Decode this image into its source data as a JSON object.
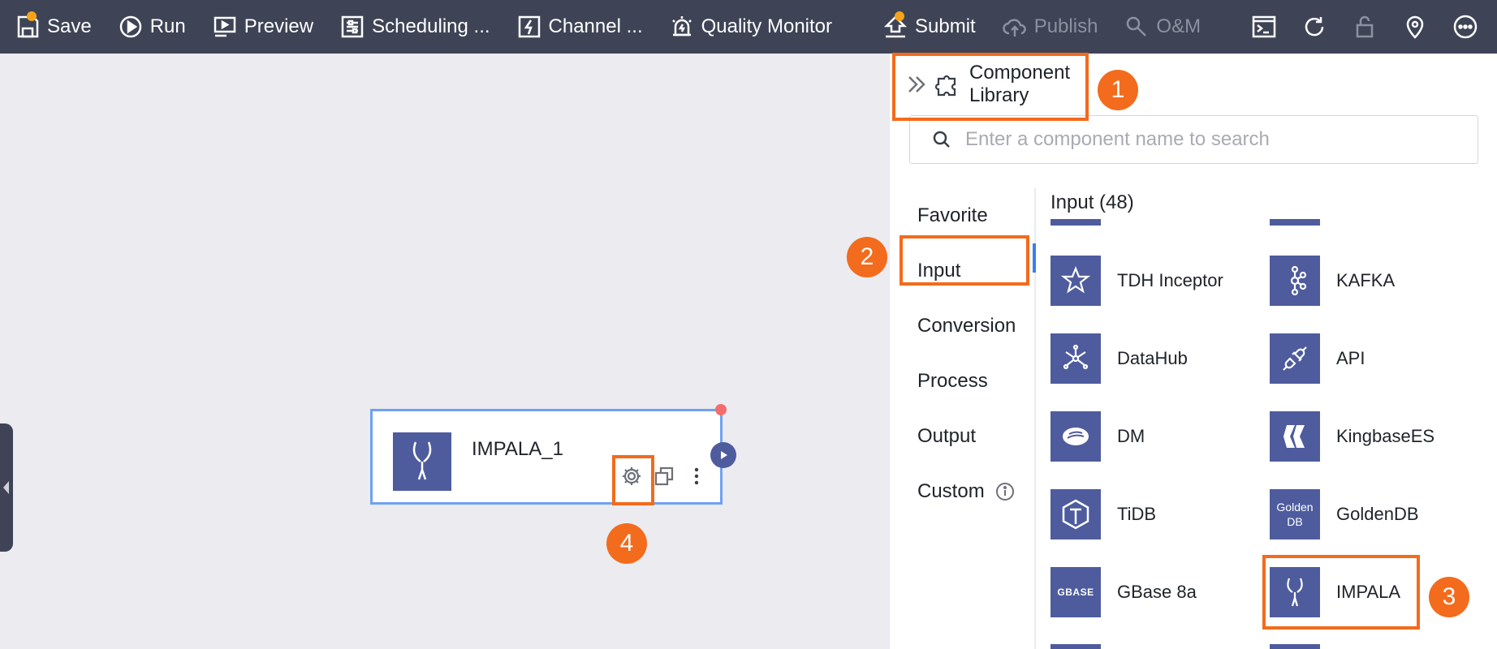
{
  "toolbar": {
    "save": "Save",
    "run": "Run",
    "preview": "Preview",
    "scheduling": "Scheduling ...",
    "channel": "Channel ...",
    "quality_monitor": "Quality Monitor",
    "submit": "Submit",
    "publish": "Publish",
    "om": "O&M"
  },
  "node": {
    "title": "IMPALA_1"
  },
  "panel": {
    "title": "Component Library",
    "search_placeholder": "Enter a component name to search",
    "categories": [
      "Favorite",
      "Input",
      "Conversion",
      "Process",
      "Output",
      "Custom"
    ],
    "active_category": "Input",
    "section_header": "Input (48)",
    "components": [
      {
        "name": "TDH Inceptor",
        "icon": "star-icon"
      },
      {
        "name": "KAFKA",
        "icon": "kafka-icon"
      },
      {
        "name": "DataHub",
        "icon": "datahub-icon"
      },
      {
        "name": "API",
        "icon": "plug-icon"
      },
      {
        "name": "DM",
        "icon": "dm-icon"
      },
      {
        "name": "KingbaseES",
        "icon": "kingbase-icon"
      },
      {
        "name": "TiDB",
        "icon": "tidb-icon"
      },
      {
        "name": "GoldenDB",
        "icon": "goldendb-icon",
        "icon_text": "Golden DB"
      },
      {
        "name": "GBase 8a",
        "icon": "gbase-icon",
        "icon_text": "GBASE"
      },
      {
        "name": "IMPALA",
        "icon": "impala-icon"
      }
    ]
  },
  "callouts": [
    "1",
    "2",
    "3",
    "4"
  ],
  "colors": {
    "toolbar_bg": "#3e4456",
    "accent_orange": "#f36b1c",
    "component_icon_bg": "#4e5c9e",
    "node_border": "#6fa1f2",
    "active_bar": "#3d7ef0"
  }
}
